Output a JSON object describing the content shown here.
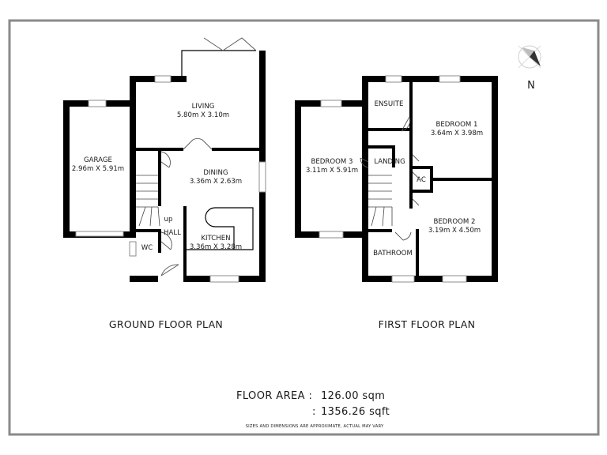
{
  "ground_floor": {
    "title": "GROUND FLOOR PLAN",
    "rooms": {
      "living": {
        "name": "LIVING",
        "size": "5.80m X 3.10m"
      },
      "garage": {
        "name": "GARAGE",
        "size": "2.96m X 5.91m"
      },
      "dining": {
        "name": "DINING",
        "size": "3.36m X 2.63m"
      },
      "kitchen": {
        "name": "KITCHEN",
        "size": "3.36m X 3.28m"
      },
      "hall": {
        "name": "HALL"
      },
      "wc": {
        "name": "WC"
      },
      "stairs": {
        "name": "up"
      }
    }
  },
  "first_floor": {
    "title": "FIRST FLOOR PLAN",
    "rooms": {
      "ensuite": {
        "name": "ENSUITE"
      },
      "bedroom1": {
        "name": "BEDROOM 1",
        "size": "3.64m X 3.98m"
      },
      "bedroom2": {
        "name": "BEDROOM 2",
        "size": "3.19m X 4.50m"
      },
      "bedroom3": {
        "name": "BEDROOM 3",
        "size": "3.11m X 5.91m"
      },
      "landing": {
        "name": "LANDING"
      },
      "ac": {
        "name": "AC"
      },
      "bathroom": {
        "name": "BATHROOM"
      }
    }
  },
  "compass": {
    "label": "N",
    "icon": "compass-arrow-icon"
  },
  "floor_area": {
    "label": "FLOOR AREA :",
    "sqm": "126.00 sqm",
    "sqft_prefix": ":",
    "sqft": "1356.26 sqft"
  },
  "disclaimer": "SIZES AND DIMENSIONS ARE APPROXIMATE, ACTUAL MAY VARY",
  "colors": {
    "wall": "#000000",
    "frame": "#8a8a8a",
    "window": "#ffffff",
    "text": "#1a1a1a"
  }
}
